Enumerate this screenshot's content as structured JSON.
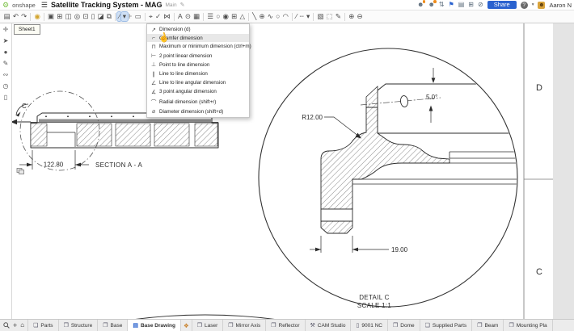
{
  "header": {
    "logo_gear_glyph": "⚙",
    "logo_text": "onshape",
    "hamburger_glyph": "☰",
    "title": "Satellite Tracking System - MAG",
    "branch": "Main",
    "pencil_glyph": "✎",
    "right_icons": [
      {
        "name": "collaborator-icon",
        "glyph": "☻",
        "badge": true
      },
      {
        "name": "collaborator-2-icon",
        "glyph": "☻",
        "badge": true
      },
      {
        "name": "versions-icon",
        "glyph": "⇅",
        "badge": false
      },
      {
        "name": "notifications-icon",
        "glyph": "⚑",
        "badge": false,
        "color": "#2a62cf"
      },
      {
        "name": "document-panel-icon",
        "glyph": "▤",
        "badge": false
      },
      {
        "name": "apps-grid-icon",
        "glyph": "⊞",
        "badge": false
      },
      {
        "name": "sync-status-icon",
        "glyph": "⊘",
        "badge": false
      }
    ],
    "share_label": "Share",
    "help_label": "?",
    "user_name": "Aaron N"
  },
  "toolbar": {
    "icons": [
      {
        "name": "sheet-properties-icon",
        "glyph": "▤"
      },
      {
        "name": "undo-icon",
        "glyph": "↶"
      },
      {
        "name": "redo-icon",
        "glyph": "↷"
      },
      {
        "sep": true
      },
      {
        "name": "update-views-icon",
        "glyph": "◉",
        "gold": true
      },
      {
        "sep": true
      },
      {
        "name": "insert-view-icon",
        "glyph": "▣"
      },
      {
        "name": "projected-view-icon",
        "glyph": "⊞"
      },
      {
        "name": "section-view-icon",
        "glyph": "◫"
      },
      {
        "name": "detail-view-icon",
        "glyph": "◎"
      },
      {
        "name": "crop-view-icon",
        "glyph": "⊡"
      },
      {
        "name": "break-view-icon",
        "glyph": "▯"
      },
      {
        "name": "broken-out-section-icon",
        "glyph": "◪"
      },
      {
        "name": "move-view-icon",
        "glyph": "⧉"
      },
      {
        "sep": true
      },
      {
        "name": "dimension-tool-icon",
        "glyph": "∕",
        "active": true
      },
      {
        "name": "dimension-caret-icon",
        "glyph": "▾",
        "active": true
      },
      {
        "name": "ordinate-dimension-icon",
        "glyph": "⊦"
      },
      {
        "name": "note-icon",
        "glyph": "▭"
      },
      {
        "sep": true
      },
      {
        "name": "geometric-tolerance-icon",
        "glyph": "⌖"
      },
      {
        "name": "surface-finish-icon",
        "glyph": "✓"
      },
      {
        "name": "weld-symbol-icon",
        "glyph": "⋈"
      },
      {
        "sep": true
      },
      {
        "name": "text-icon",
        "glyph": "A"
      },
      {
        "name": "inspection-icon",
        "glyph": "⊙"
      },
      {
        "name": "table-icon",
        "glyph": "▦"
      },
      {
        "sep": true
      },
      {
        "name": "parts-list-icon",
        "glyph": "☰"
      },
      {
        "name": "balloon-icon",
        "glyph": "○"
      },
      {
        "name": "auto-balloon-icon",
        "glyph": "◉"
      },
      {
        "name": "hole-table-icon",
        "glyph": "⊞"
      },
      {
        "name": "revision-symbol-icon",
        "glyph": "△"
      },
      {
        "sep": true
      },
      {
        "name": "centerline-icon",
        "glyph": "╲"
      },
      {
        "name": "center-mark-icon",
        "glyph": "⊕"
      },
      {
        "name": "spline-icon",
        "glyph": "∿"
      },
      {
        "name": "circle-icon",
        "glyph": "○"
      },
      {
        "name": "arc-icon",
        "glyph": "◠"
      },
      {
        "sep": true
      },
      {
        "name": "line-icon",
        "glyph": "∕"
      },
      {
        "name": "construction-line-icon",
        "glyph": "┄"
      },
      {
        "name": "sketch-caret-icon",
        "glyph": "▾"
      },
      {
        "sep": true
      },
      {
        "name": "show-edges-icon",
        "glyph": "▧"
      },
      {
        "name": "edge-style-icon",
        "glyph": "⬚"
      },
      {
        "name": "edit-appearance-icon",
        "glyph": "✎"
      },
      {
        "sep": true
      },
      {
        "name": "zoom-in-icon",
        "glyph": "⊕"
      },
      {
        "name": "zoom-out-icon",
        "glyph": "⊖"
      }
    ]
  },
  "sidebar": {
    "icons": [
      {
        "name": "annotations-panel-icon",
        "glyph": "✛"
      },
      {
        "name": "select-tool-icon",
        "glyph": "➤"
      },
      {
        "name": "comments-icon",
        "glyph": "●"
      },
      {
        "name": "edit-sheet-icon",
        "glyph": "✎"
      },
      {
        "name": "follow-mode-icon",
        "glyph": "∾"
      },
      {
        "name": "history-icon",
        "glyph": "◷"
      },
      {
        "name": "mobile-preview-icon",
        "glyph": "▯"
      }
    ]
  },
  "sheet_tab": {
    "label": "Sheet1"
  },
  "menu": {
    "items": [
      {
        "icon_name": "dimension-icon",
        "icon_glyph": "↗",
        "label": "Dimension (d)",
        "highlighted": false
      },
      {
        "icon_name": "chamfer-dimension-icon",
        "icon_glyph": "⌐",
        "label": "Chamfer dimension",
        "highlighted": true
      },
      {
        "icon_name": "max-min-dimension-icon",
        "icon_glyph": "⊓",
        "label": "Maximum or minimum dimension (ctrl+m)",
        "highlighted": false
      },
      {
        "icon_name": "two-point-linear-dimension-icon",
        "icon_glyph": "⊢",
        "label": "2 point linear dimension",
        "highlighted": false
      },
      {
        "icon_name": "point-to-line-dimension-icon",
        "icon_glyph": "⊥",
        "label": "Point to line dimension",
        "highlighted": false
      },
      {
        "icon_name": "line-to-line-dimension-icon",
        "icon_glyph": "∥",
        "label": "Line to line dimension",
        "highlighted": false
      },
      {
        "icon_name": "line-to-line-angular-dimension-icon",
        "icon_glyph": "∠",
        "label": "Line to line angular dimension",
        "highlighted": false
      },
      {
        "icon_name": "three-point-angular-dimension-icon",
        "icon_glyph": "∡",
        "label": "3 point angular dimension",
        "highlighted": false
      },
      {
        "icon_name": "radial-dimension-icon",
        "icon_glyph": "⌒",
        "label": "Radial dimension (shift+r)",
        "highlighted": false
      },
      {
        "icon_name": "diameter-dimension-icon",
        "icon_glyph": "⌀",
        "label": "Diameter dimension (shift+d)",
        "highlighted": false
      }
    ]
  },
  "drawing": {
    "section_dim": "122.80",
    "section_label": "SECTION A - A",
    "detail_callout": "C",
    "radius_dim": "R12.00",
    "angle_dim": "5.0°",
    "width_dim": "19.00",
    "detail_label": "DETAIL C",
    "detail_scale": "SCALE 1:1",
    "zone_row_d": "D",
    "zone_row_c": "C",
    "line_color": "#2b2b2b",
    "hatch_color": "#555555"
  },
  "bottombar": {
    "search_icon": "search-tabs-icon",
    "add_tab_glyph": "+",
    "home_glyph": "⌂",
    "tabs": [
      {
        "icon": "folder",
        "label": "Parts",
        "active": false
      },
      {
        "icon": "part",
        "label": "Structure",
        "active": false
      },
      {
        "icon": "part",
        "label": "Base",
        "active": false
      },
      {
        "icon": "drawing",
        "label": "Base Drawing",
        "active": true
      },
      {
        "icon": "indicator",
        "label": "",
        "active": false
      },
      {
        "icon": "part",
        "label": "Laser",
        "active": false
      },
      {
        "icon": "part",
        "label": "Mirror Axis",
        "active": false
      },
      {
        "icon": "part",
        "label": "Reflector",
        "active": false
      },
      {
        "icon": "cam",
        "label": "CAM Studio",
        "active": false
      },
      {
        "icon": "doc",
        "label": "9001 NC",
        "active": false
      },
      {
        "icon": "part",
        "label": "Dome",
        "active": false
      },
      {
        "icon": "folder",
        "label": "Supplied Parts",
        "active": false
      },
      {
        "icon": "part",
        "label": "Beam",
        "active": false
      },
      {
        "icon": "part",
        "label": "Mounting Pla",
        "active": false
      }
    ],
    "tab_icon_glyphs": {
      "folder": "❏",
      "part": "❐",
      "drawing": "▤",
      "cam": "⚒",
      "doc": "▯",
      "indicator": "❖"
    }
  }
}
